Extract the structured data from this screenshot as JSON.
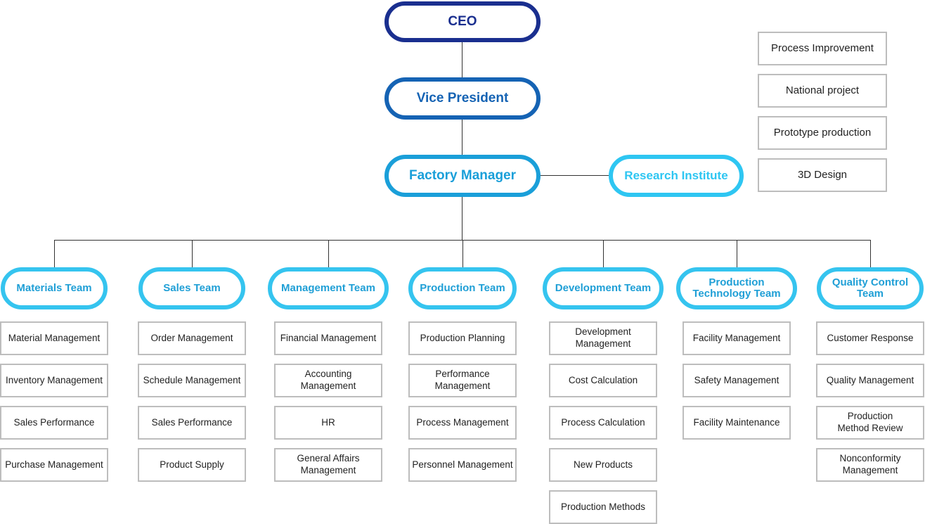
{
  "colors": {
    "ceo": "#1a2f8f",
    "vice_president": "#1563b4",
    "factory_manager": "#1a9fd9",
    "research_institute": "#2ec6f2",
    "team": "#35c4ef",
    "team_text": "#1f9fd6",
    "box_border": "#bdbdbd",
    "connector": "#333333"
  },
  "executives": {
    "ceo": "CEO",
    "vice_president": "Vice President",
    "factory_manager": "Factory Manager",
    "research_institute": "Research Institute"
  },
  "research_tasks": [
    "Process Improvement",
    "National project",
    "Prototype production",
    "3D Design"
  ],
  "teams": [
    {
      "name": "Materials Team",
      "tasks": [
        "Material Management",
        "Inventory Management",
        "Sales Performance",
        "Purchase Management"
      ]
    },
    {
      "name": "Sales Team",
      "tasks": [
        "Order Management",
        "Schedule Management",
        "Sales Performance",
        "Product Supply"
      ]
    },
    {
      "name": "Management Team",
      "tasks": [
        "Financial Management",
        "Accounting Management",
        "HR",
        "General Affairs Management"
      ]
    },
    {
      "name": "Production Team",
      "tasks": [
        "Production Planning",
        "Performance Management",
        "Process Management",
        "Personnel Management"
      ]
    },
    {
      "name": "Development Team",
      "tasks": [
        "Development\nManagement",
        "Cost Calculation",
        "Process Calculation",
        "New Products",
        "Production Methods"
      ]
    },
    {
      "name": "Production\nTechnology Team",
      "tasks": [
        "Facility Management",
        "Safety Management",
        "Facility Maintenance"
      ]
    },
    {
      "name": "Quality Control\nTeam",
      "tasks": [
        "Customer Response",
        "Quality Management",
        "Production\nMethod Review",
        "Nonconformity\nManagement"
      ]
    }
  ]
}
